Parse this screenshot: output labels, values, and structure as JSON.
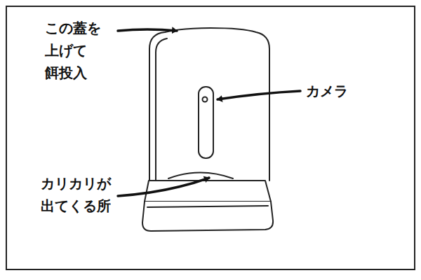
{
  "diagram": {
    "labels": [
      "この蓋を 上げて 餌投入",
      "カメラ",
      "カリカリが 出てくる所"
    ]
  }
}
